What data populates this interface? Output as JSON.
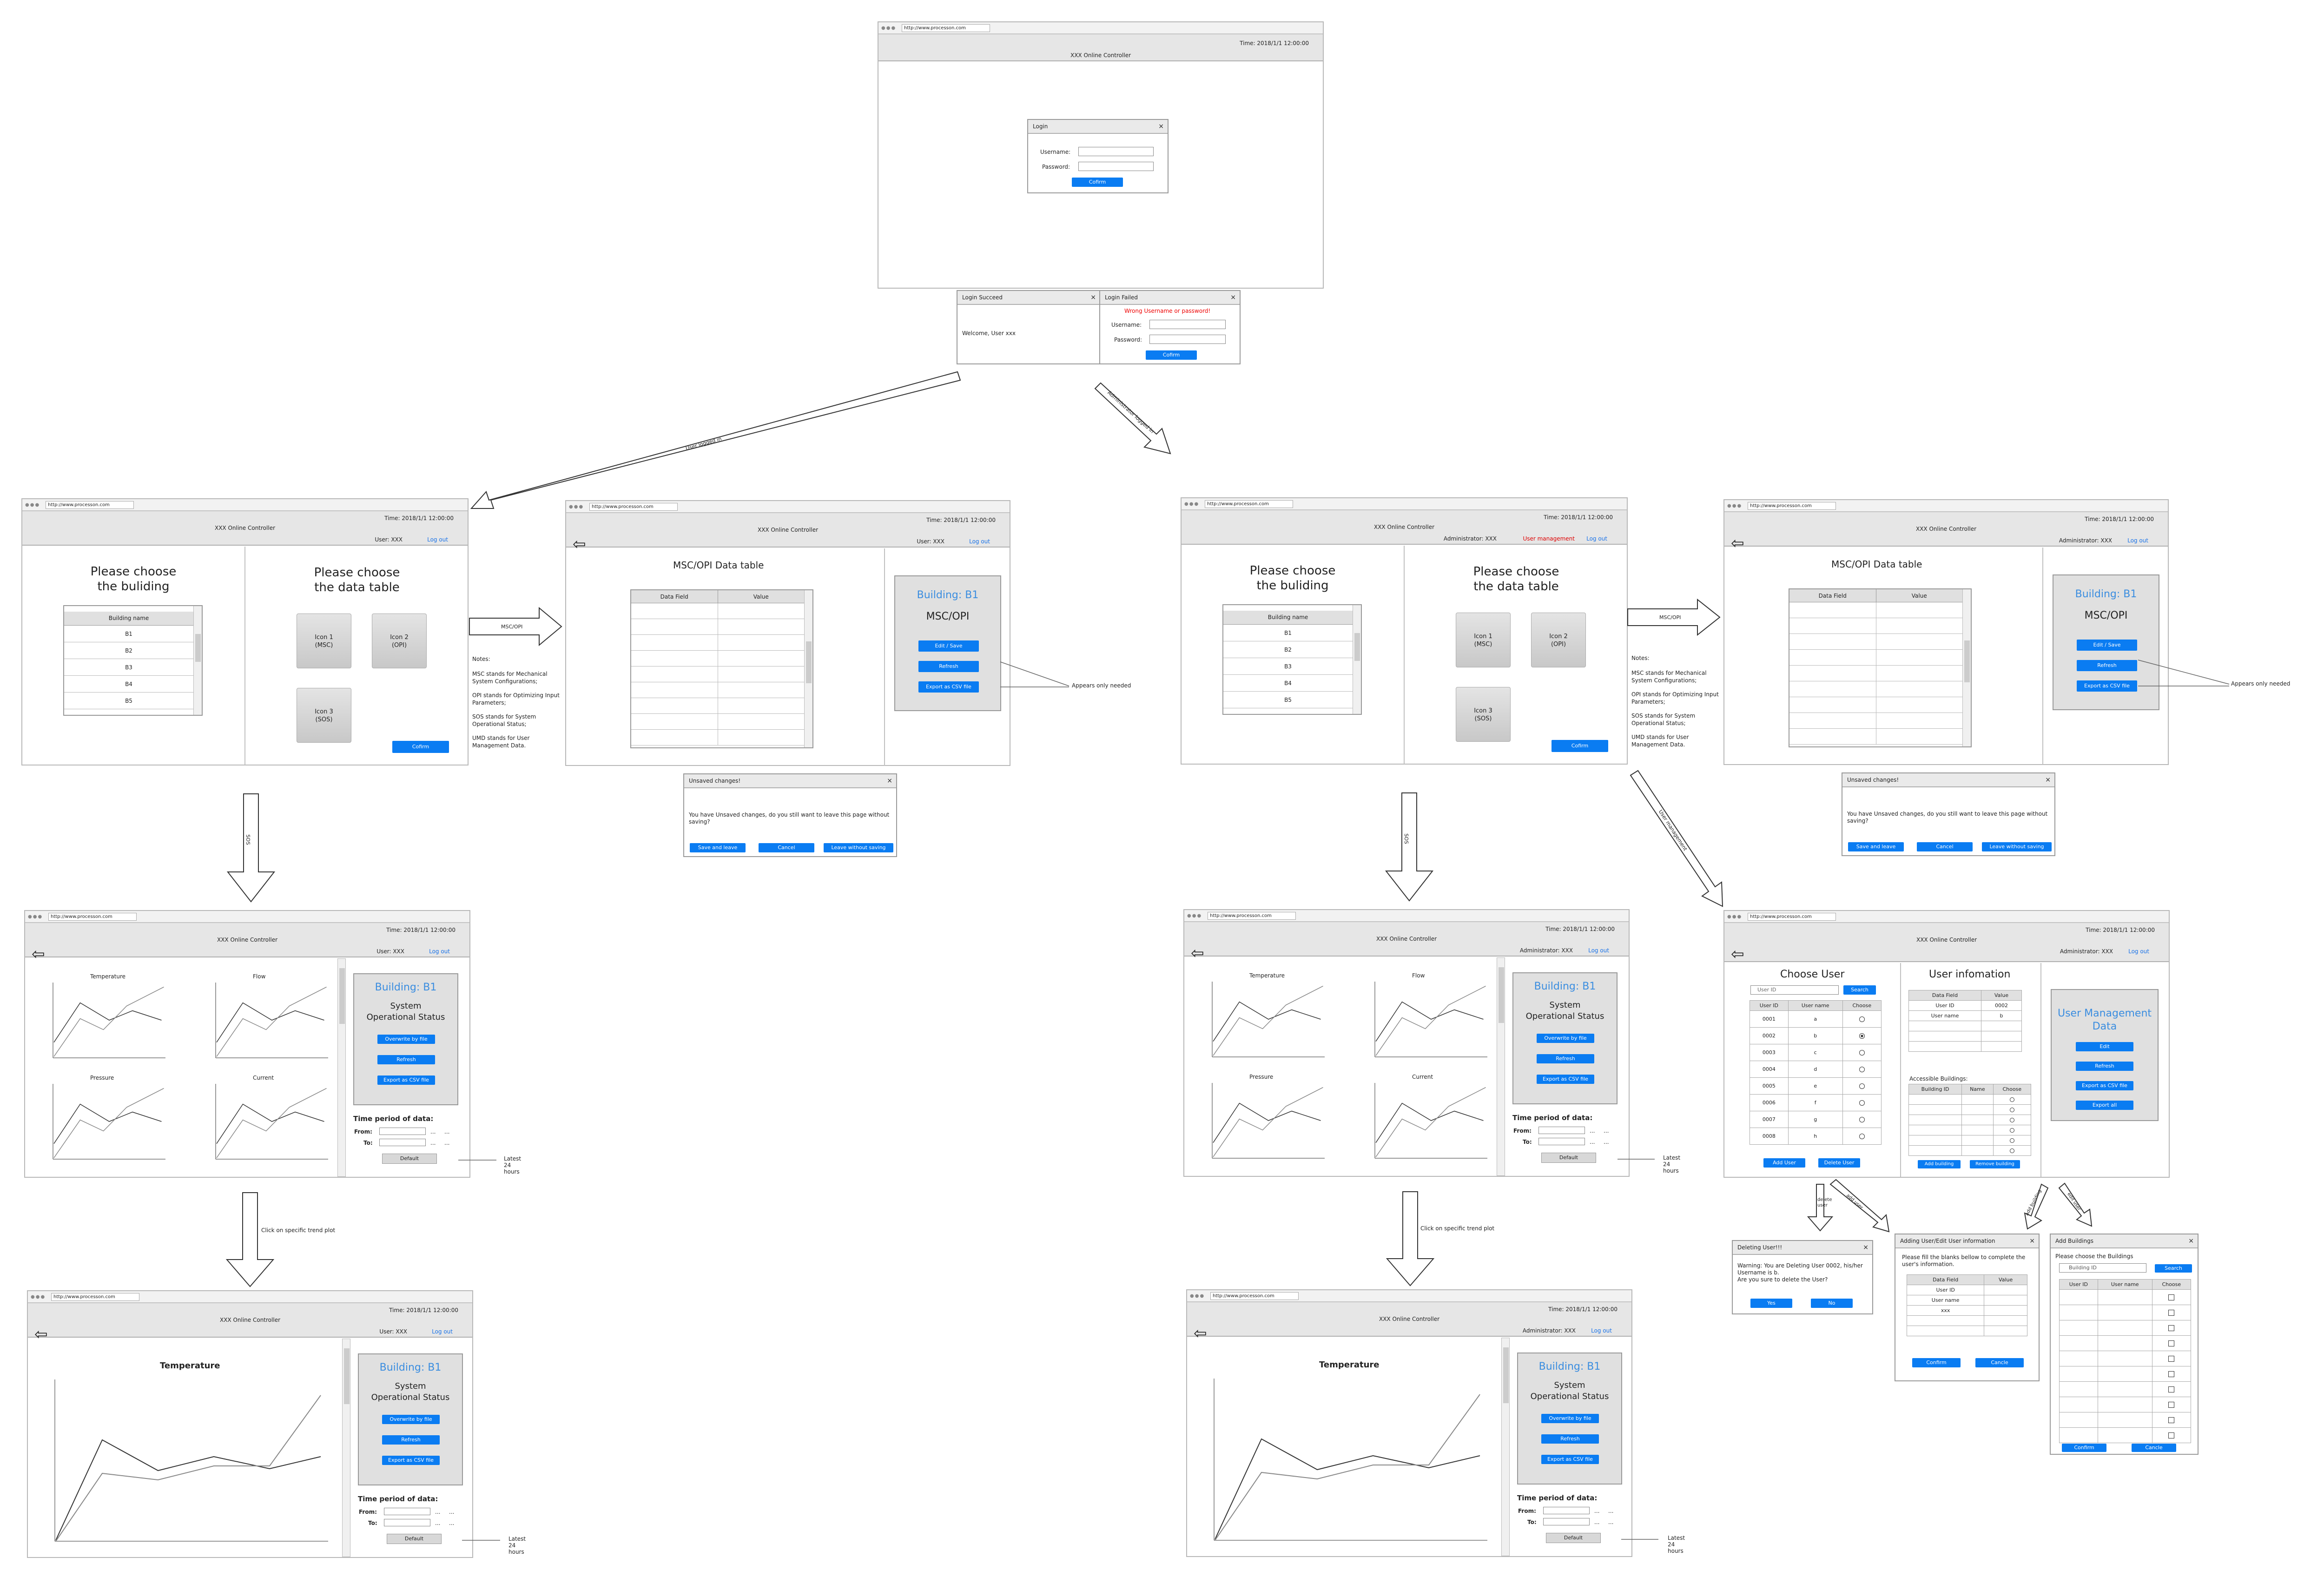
{
  "browser": {
    "url": "http://www.processon.com",
    "time": "Time: 2018/1/1  12:00:00",
    "app_title": "XXX Online Controller",
    "user": "User: XXX",
    "admin": "Administrator: XXX",
    "logout": "Log out",
    "user_mgmt": "User management"
  },
  "login": {
    "title": "Login",
    "username_label": "Username:",
    "password_label": "Password:",
    "confirm": "Cofirm"
  },
  "login_succeed": {
    "title": "Login Succeed",
    "message": "Welcome, User xxx"
  },
  "login_failed": {
    "title": "Login Failed",
    "error": "Wrong Username or password!",
    "username_label": "Username:",
    "password_label": "Password:",
    "confirm": "Cofirm"
  },
  "arrows": {
    "user_logged_in": "User logged in",
    "admin_logged_in": "Administrator logged in",
    "msc_opi": "MSC/OPI",
    "sos": "SOS",
    "click_plot": "Click on specific trend plot",
    "user_management": "User management",
    "delete_user": "delete user",
    "add_user": "add user",
    "add_building": "add building",
    "edit_user": "edit user"
  },
  "main": {
    "choose_building_1": "Please choose",
    "choose_building_2": "the buliding",
    "choose_table_1": "Please choose",
    "choose_table_2": "the data table",
    "building_header": "Building name",
    "buildings": [
      "B1",
      "B2",
      "B3",
      "B4",
      "B5"
    ],
    "icons": [
      "Icon 1\n(MSC)",
      "Icon 2\n(OPI)",
      "Icon 3\n(SOS)"
    ],
    "confirm": "Cofirm"
  },
  "notes": {
    "title": "Notes:",
    "lines": [
      "MSC stands for Mechanical System Configurations;",
      "OPI stands for Optimizing Input Parameters;",
      "SOS stands for System Operational Status;",
      "UMD stands for User Management Data."
    ]
  },
  "table_page": {
    "heading": "MSC/OPI Data table",
    "col_field": "Data Field",
    "col_value": "Value",
    "building": "Building: B1",
    "sub": "MSC/OPI",
    "edit": "Edit / Save",
    "refresh": "Refresh",
    "export": "Export as CSV file",
    "appears": "Appears only needed"
  },
  "unsaved": {
    "title": "Unsaved changes!",
    "message": "You have Unsaved changes, do you still want to leave this page without saving?",
    "save_leave": "Save and leave",
    "cancel": "Cancel",
    "leave": "Leave without saving"
  },
  "sos_page": {
    "plots": [
      "Temperature",
      "Flow",
      "Pressure",
      "Current"
    ],
    "building": "Building: B1",
    "status_1": "System",
    "status_2": "Operational Status",
    "overwrite": "Overwrite by file",
    "refresh": "Refresh",
    "export": "Export as CSV file",
    "period": "Time period of data:",
    "from": "From:",
    "to": "To:",
    "dots": "...",
    "default": "Default",
    "latest": "Latest 24 hours"
  },
  "detail_page": {
    "plot": "Temperature"
  },
  "user_page": {
    "choose_user": "Choose User",
    "search_placeholder": "User ID",
    "search": "Search",
    "cols": [
      "User ID",
      "User name",
      "Choose"
    ],
    "users": [
      [
        "0001",
        "a"
      ],
      [
        "0002",
        "b"
      ],
      [
        "0003",
        "c"
      ],
      [
        "0004",
        "d"
      ],
      [
        "0005",
        "e"
      ],
      [
        "0006",
        "f"
      ],
      [
        "0007",
        "g"
      ],
      [
        "0008",
        "h"
      ]
    ],
    "selected_index": 1,
    "add_user": "Add User",
    "delete_user": "Delete User",
    "info_title": "User infomation",
    "info_cols": [
      "Data Field",
      "Value"
    ],
    "info_rows": [
      [
        "User ID",
        "0002"
      ],
      [
        "User name",
        "b"
      ]
    ],
    "accessible": "Accessible Buildings:",
    "acc_cols": [
      "Building ID",
      "Name",
      "Choose"
    ],
    "add_building": "Add building",
    "remove_building": "Remove building",
    "umd_1": "User Management",
    "umd_2": "Data",
    "edit": "Edit",
    "refresh": "Refresh",
    "export": "Export as CSV file",
    "export_all": "Export all"
  },
  "delete_dialog": {
    "title": "Deleting User!!!",
    "message": "Warning: You are Deleting User 0002, his/her Username is b.\nAre you sure to delete the User?",
    "yes": "Yes",
    "no": "No"
  },
  "edit_dialog": {
    "title": "Adding User/Edit User information",
    "message": "Please fill the blanks bellow to complete the user's information.",
    "cols": [
      "Data Field",
      "Value"
    ],
    "rows": [
      "User ID",
      "User name",
      "xxx"
    ],
    "confirm": "Confirm",
    "cancel": "Cancle"
  },
  "add_buildings_dialog": {
    "title": "Add Buildings",
    "message": "Please choose the Buildings",
    "search_placeholder": "Building ID",
    "search": "Search",
    "cols": [
      "User ID",
      "User name",
      "Choose"
    ],
    "confirm": "Confirm",
    "cancel": "Cancle"
  },
  "close": "×"
}
